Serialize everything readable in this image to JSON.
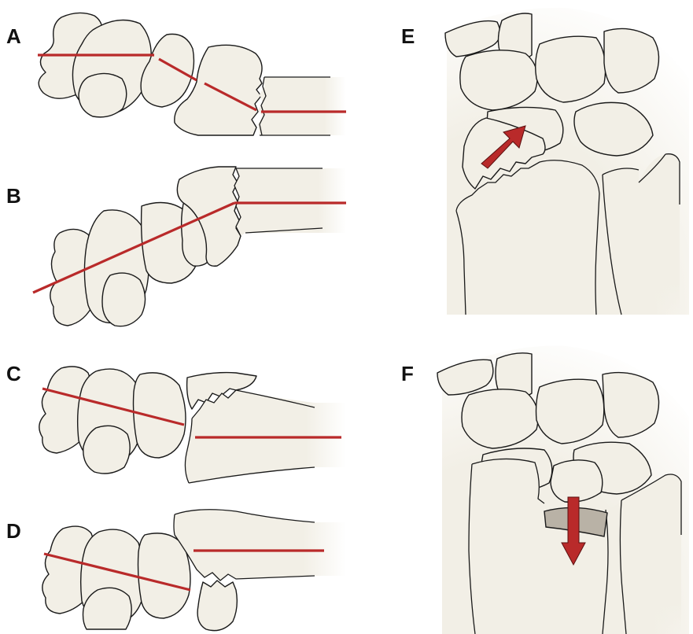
{
  "panels": {
    "a": {
      "label": "A"
    },
    "b": {
      "label": "B"
    },
    "c": {
      "label": "C"
    },
    "d": {
      "label": "D"
    },
    "e": {
      "label": "E"
    },
    "f": {
      "label": "F"
    }
  },
  "colors": {
    "bone_fill": "#f2efe6",
    "bone_outline": "#1a1a1a",
    "axis_line": "#b92a2a",
    "depressed_fragment": "#b9b2a6"
  },
  "icons": {
    "e_arrow": "arrow-up-right-icon",
    "f_arrow": "arrow-down-icon"
  }
}
